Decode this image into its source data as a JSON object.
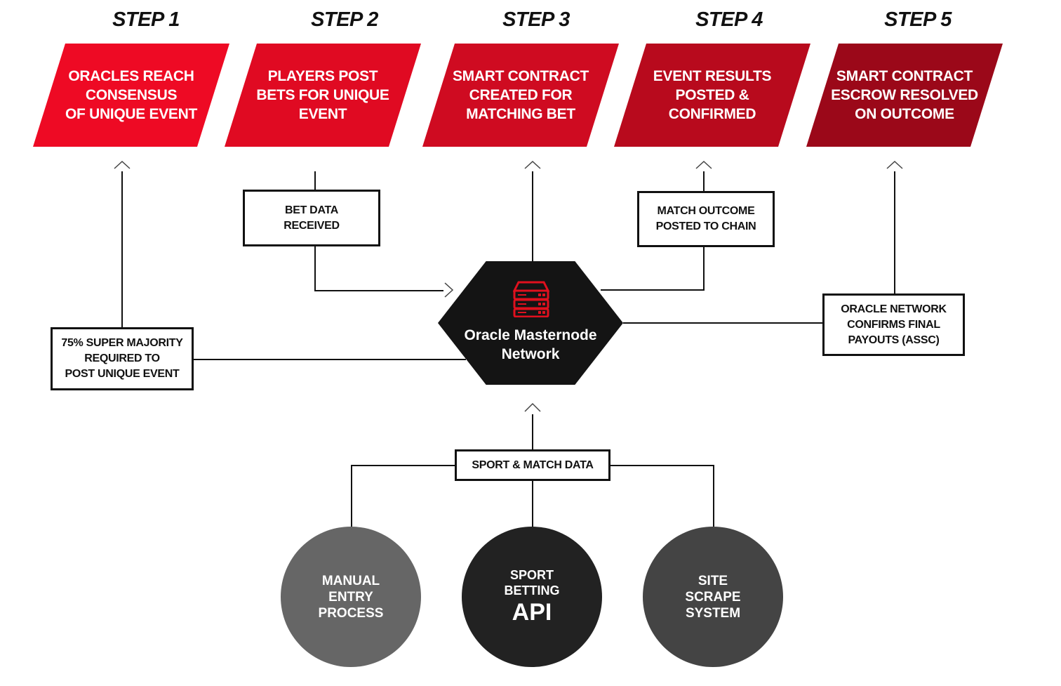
{
  "steps": [
    {
      "title": "STEP 1",
      "text": "ORACLES REACH\nCONSENSUS\nOF UNIQUE EVENT",
      "color": "#ee0a24"
    },
    {
      "title": "STEP 2",
      "text": "PLAYERS POST\nBETS FOR UNIQUE\nEVENT",
      "color": "#e00a22"
    },
    {
      "title": "STEP 3",
      "text": "SMART CONTRACT\nCREATED FOR\nMATCHING BET",
      "color": "#cf0b21"
    },
    {
      "title": "STEP 4",
      "text": "EVENT RESULTS\nPOSTED &\nCONFIRMED",
      "color": "#b80a1d"
    },
    {
      "title": "STEP 5",
      "text": "SMART CONTRACT\nESCROW RESOLVED\nON OUTCOME",
      "color": "#9b0819"
    }
  ],
  "boxes": {
    "bet_data": "BET DATA\nRECEIVED",
    "match_outcome": "MATCH OUTCOME\nPOSTED TO CHAIN",
    "super_majority": "75% SUPER MAJORITY\nREQUIRED TO\nPOST UNIQUE EVENT",
    "oracle_confirms": "ORACLE NETWORK\nCONFIRMS FINAL\nPAYOUTS (ASSC)",
    "sport_match_data": "SPORT & MATCH DATA"
  },
  "hub": {
    "label": "Oracle Masternode\nNetwork",
    "icon": "server-icon",
    "icon_color": "#e0101e"
  },
  "sources": [
    {
      "label": "MANUAL\nENTRY\nPROCESS",
      "big": "",
      "color": "#666666"
    },
    {
      "label": "SPORT\nBETTING",
      "big": "API",
      "color": "#222222"
    },
    {
      "label": "SITE\nSCRAPE\nSYSTEM",
      "big": "",
      "color": "#444444"
    }
  ]
}
